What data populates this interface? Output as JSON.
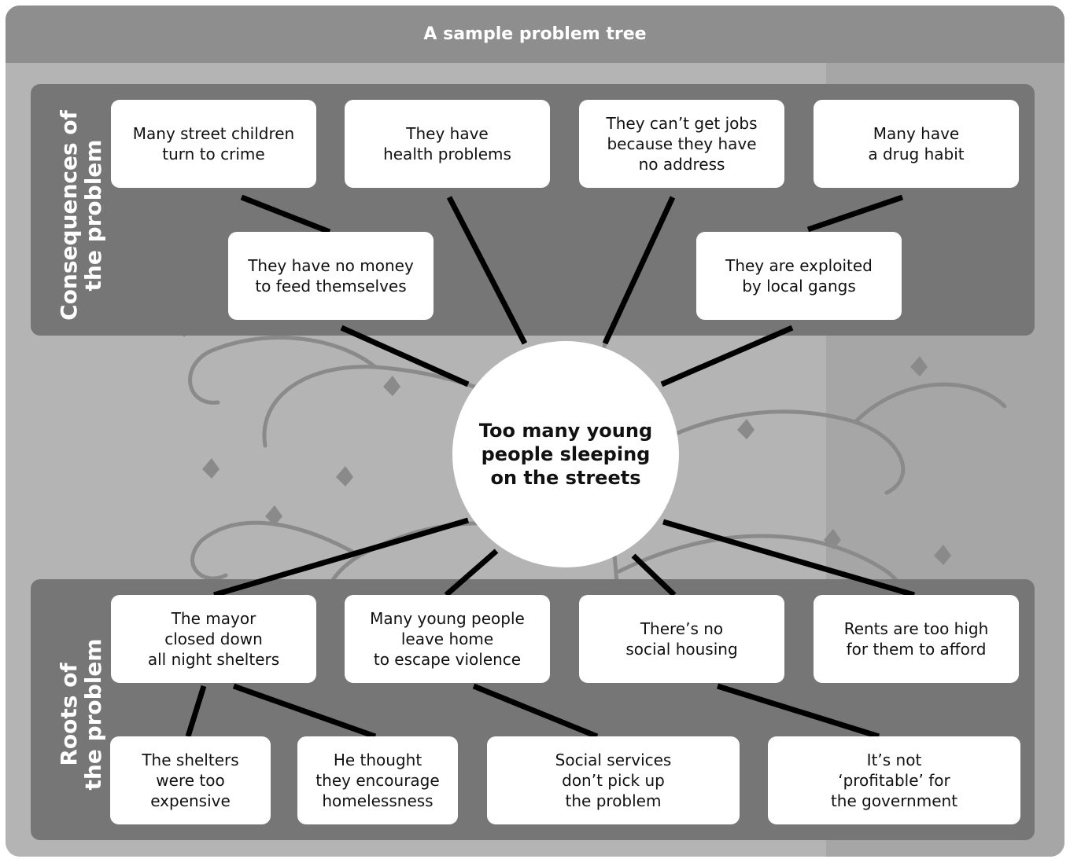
{
  "title": "A sample problem tree",
  "side_labels": {
    "consequences": "Consequences of\nthe problem",
    "roots": "Roots of\nthe problem"
  },
  "core_problem": "Too many young\npeople sleeping\non the streets",
  "consequences": [
    "Many street children\nturn to crime",
    "They have\nhealth problems",
    "They can’t get jobs\nbecause they have\nno address",
    "Many have\na drug habit",
    "They have no money\nto feed themselves",
    "They are exploited\nby local gangs"
  ],
  "roots": [
    "The mayor\nclosed down\nall night shelters",
    "Many young people\nleave home\nto escape violence",
    "There’s no\nsocial housing",
    "Rents are too high\nfor them to afford"
  ],
  "sub_roots": [
    "The shelters\nwere  too\nexpensive",
    "He thought\nthey encourage\nhomelessness",
    "Social services\ndon’t pick up\nthe problem",
    "It’s not\n‘profitable’ for\nthe government"
  ]
}
